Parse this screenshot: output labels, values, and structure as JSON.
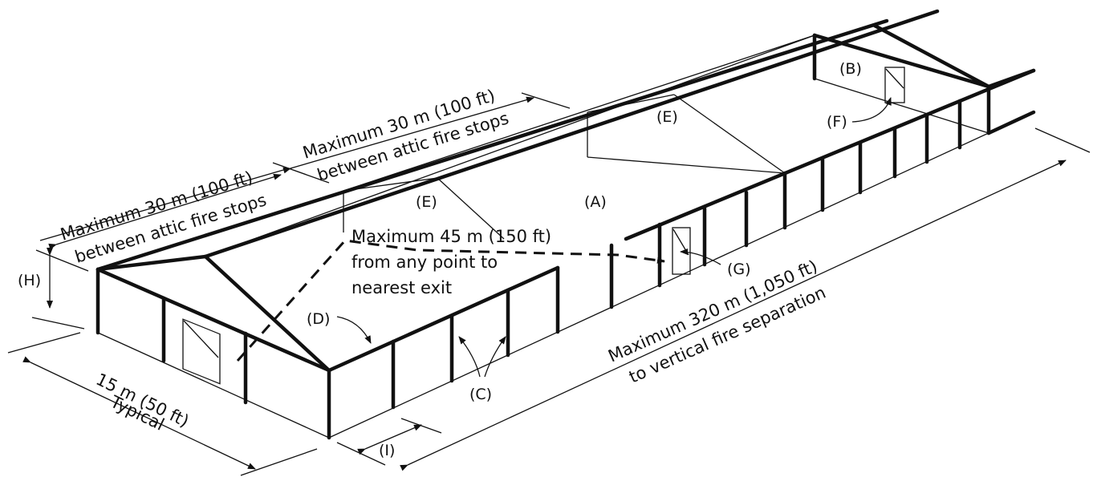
{
  "labels": {
    "A": "(A)",
    "B": "(B)",
    "C": "(C)",
    "D": "(D)",
    "E1": "(E)",
    "E2": "(E)",
    "F": "(F)",
    "G": "(G)",
    "H": "(H)",
    "I": "(I)"
  },
  "dimensions": {
    "attic_left_line1": "Maximum 30 m (100 ft)",
    "attic_left_line2": "between attic fire stops",
    "attic_mid_line1": "Maximum 30 m (100 ft)",
    "attic_mid_line2": "between attic fire stops",
    "exit_line1": "Maximum 45 m (150 ft)",
    "exit_line2": "from any point to",
    "exit_line3": "nearest exit",
    "length_line1": "Maximum 320 m (1,050 ft)",
    "length_line2": "to vertical fire separation",
    "width_line1": "15 m (50 ft)",
    "width_line2": "Typical"
  }
}
